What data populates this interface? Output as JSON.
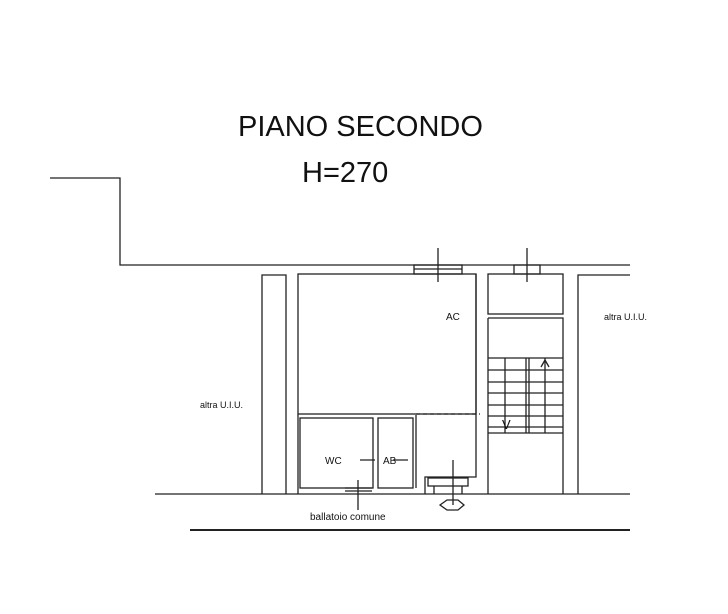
{
  "title": "PIANO SECONDO",
  "height_label": "H=270",
  "rooms": {
    "main": "AC",
    "wc": "WC",
    "ab": "AB",
    "left_neighbor": "altra U.I.U.",
    "right_neighbor": "altra U.I.U."
  },
  "corridor": "ballatoio comune",
  "stair_marks": {
    "down": "V",
    "up": "^"
  }
}
